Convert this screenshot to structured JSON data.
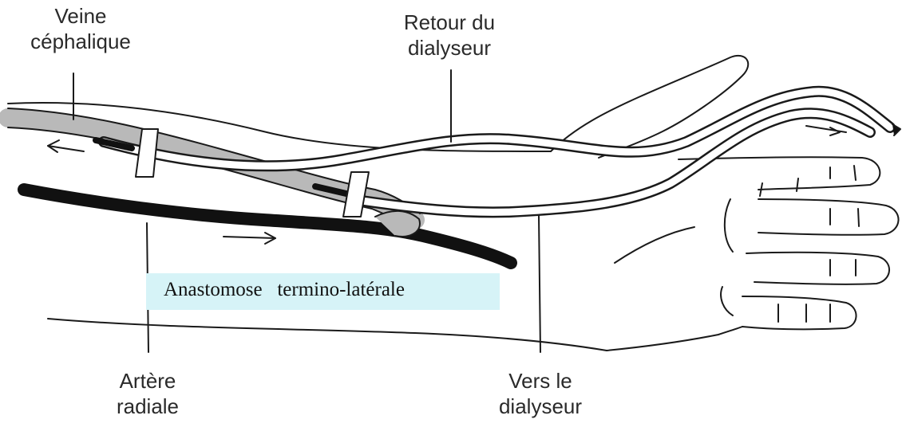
{
  "labels": {
    "veine_cephalique": [
      "Veine",
      "céphalique"
    ],
    "retour_du_dialyseur": [
      "Retour du",
      "dialyseur"
    ],
    "artere_radiale": [
      "Artère",
      "radiale"
    ],
    "vers_le_dialyseur": [
      "Vers le",
      "dialyseur"
    ]
  },
  "anastomose": {
    "text": "Anastomose   termino-latérale",
    "background": "#d6f3f7"
  },
  "colors": {
    "line": "#1a1a1a",
    "vein_fill": "#b9b9b9",
    "artery": "#111111"
  }
}
